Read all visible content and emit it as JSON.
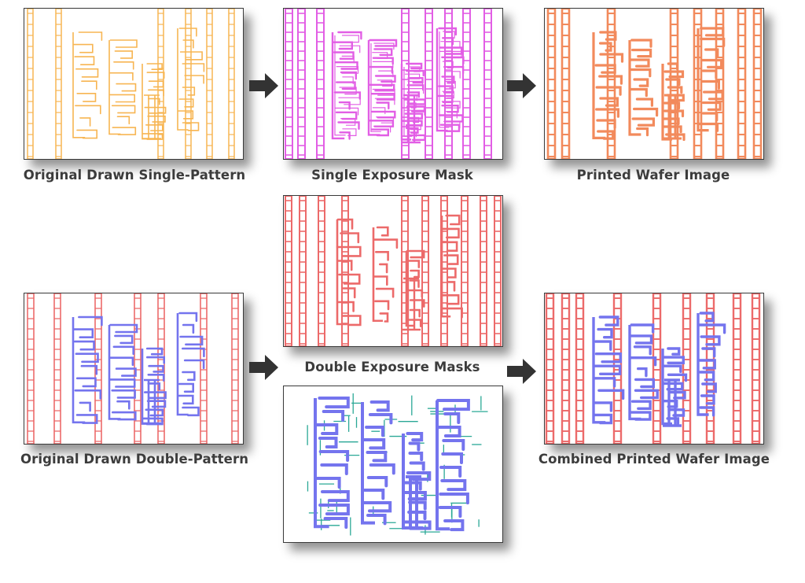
{
  "captions": {
    "original_single": "Original Drawn Single-Pattern",
    "single_mask": "Single Exposure Mask",
    "printed_wafer": "Printed Wafer Image",
    "double_masks": "Double Exposure Masks",
    "original_double": "Original Drawn Double-Pattern",
    "combined_wafer": "Combined Printed Wafer Image"
  },
  "colors": {
    "single_pattern": "#f7b552",
    "single_mask": "#e25ee5",
    "printed_wafer": "#f28a5c",
    "double_red": "#ec6a6a",
    "double_blue": "#7474ee",
    "double_teal": "#2aa896",
    "arrow": "#333333"
  },
  "icons": {
    "flow_arrow": "right-arrow-icon"
  }
}
